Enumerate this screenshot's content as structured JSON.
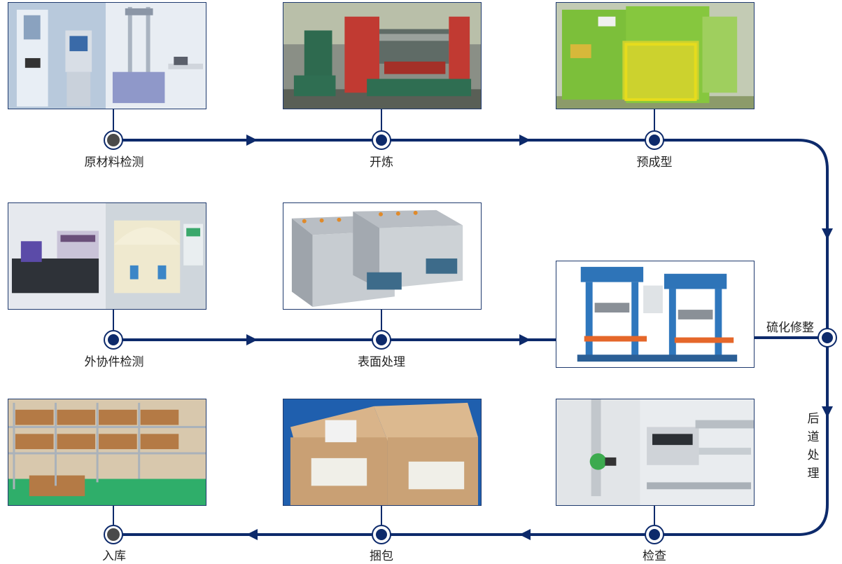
{
  "steps": {
    "raw_material_inspection": "原材料检测",
    "mixing": "开炼",
    "preforming": "预成型",
    "vulcanize_trim": "硫化修整",
    "outsourced_inspection": "外协件检测",
    "surface_treatment": "表面处理",
    "post_processing": "后道处理",
    "storage": "入库",
    "packing": "捆包",
    "inspection": "检查"
  },
  "colors": {
    "line": "#0d2a6b",
    "node_fill": "#0d2a6b",
    "node_start_end": "#4a4a4a",
    "photo_border": "#1f3a6e"
  }
}
